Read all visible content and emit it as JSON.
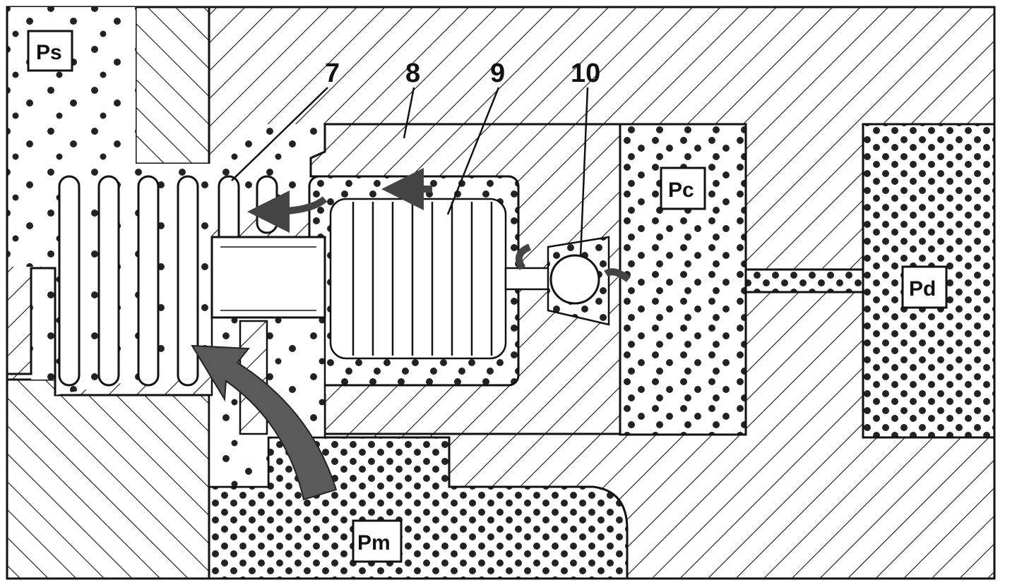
{
  "labels": {
    "ps": "Ps",
    "pc": "Pc",
    "pd": "Pd",
    "pm": "Pm",
    "n7": "7",
    "n8": "8",
    "n9": "9",
    "n10": "10"
  },
  "colors": {
    "ink": "#111111",
    "paper": "#ffffff",
    "arrow": "#555555"
  }
}
